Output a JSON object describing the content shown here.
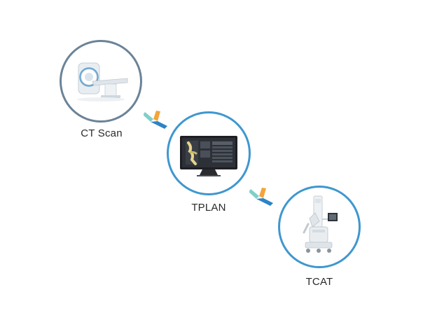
{
  "steps": [
    {
      "label": "CT Scan",
      "icon": "ct-scanner-icon"
    },
    {
      "label": "TPLAN",
      "icon": "planning-monitor-icon"
    },
    {
      "label": "TCAT",
      "icon": "robotic-system-icon"
    }
  ],
  "colors": {
    "ring_first": "#6b8398",
    "ring_next": "#3f97cf",
    "arrow_teal": "#7fd0c8",
    "arrow_orange": "#f3a43a",
    "arrow_blue": "#2b84c6"
  }
}
